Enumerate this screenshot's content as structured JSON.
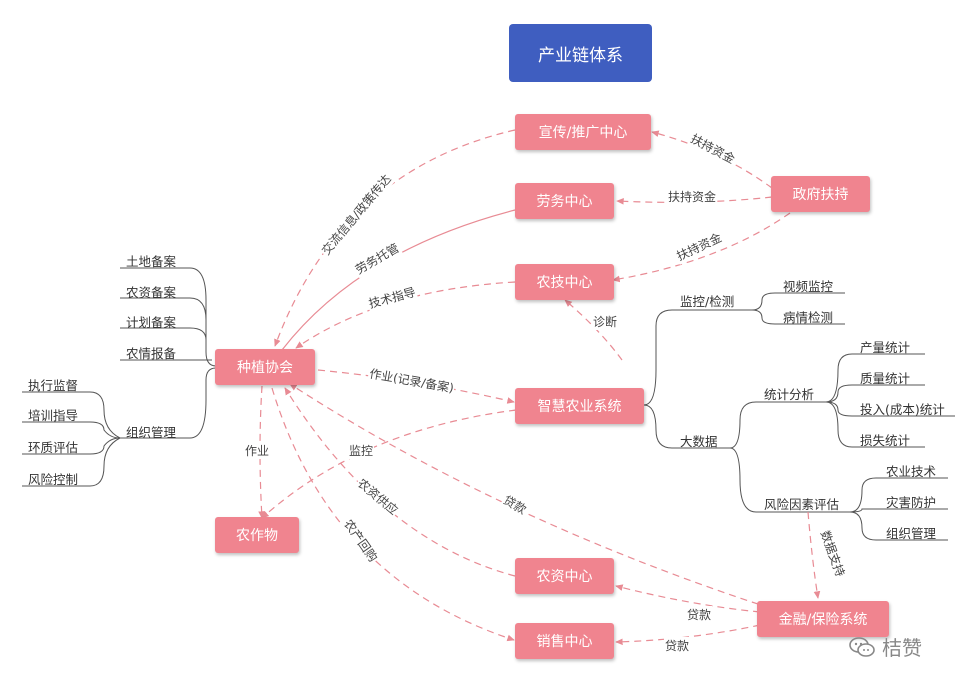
{
  "title": "产业链体系",
  "nodes": {
    "xuanchuan": "宣传/推广中心",
    "laowu": "劳务中心",
    "nongji": "农技中心",
    "zhengfu": "政府扶持",
    "zhongzhi": "种植协会",
    "zhihui": "智慧农业系统",
    "nongzuowu": "农作物",
    "nongzi": "农资中心",
    "xiaoshou": "销售中心",
    "jinrong": "金融/保险系统"
  },
  "left_leaves": [
    "土地备案",
    "农资备案",
    "计划备案",
    "农情报备",
    "组织管理"
  ],
  "org_leaves": [
    "执行监督",
    "培训指导",
    "环质评估",
    "风险控制"
  ],
  "right_tree": {
    "monitor": "监控/检测",
    "monitor_children": [
      "视频监控",
      "病情检测"
    ],
    "bigdata": "大数据",
    "stats": "统计分析",
    "stats_children": [
      "产量统计",
      "质量统计",
      "投入(成本)统计",
      "损失统计"
    ],
    "risk": "风险因素评估",
    "risk_children": [
      "农业技术",
      "灾害防护",
      "组织管理"
    ]
  },
  "edge_labels": {
    "fuchi1": "扶持资金",
    "fuchi2": "扶持资金",
    "fuchi3": "扶持资金",
    "jiaoliu": "交流信息/政策传达",
    "laowutuoguan": "劳务托管",
    "jishu": "技术指导",
    "zhenduan": "诊断",
    "zuoye_jilu": "作业(记录/备案)",
    "zuoye": "作业",
    "jiankong": "监控",
    "daikuan_mid": "贷款",
    "nongzigongying": "农资供应",
    "nongchanhuigou": "农产回购",
    "shujuzhichi": "数据支持",
    "daikuan_nongzi": "贷款",
    "daikuan_xiaoshou": "贷款"
  },
  "watermark": "桔赞",
  "colors": {
    "node": "#f0848f",
    "title": "#3f5ec0",
    "line_pink": "#e88b94",
    "line_gray": "#555555"
  }
}
